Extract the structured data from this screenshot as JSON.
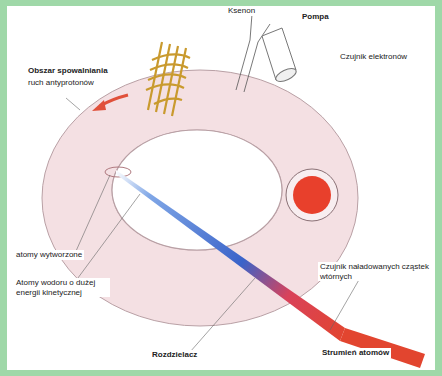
{
  "diagram": {
    "labels": [
      "Ksenon",
      "Pompa",
      "Czujnik elektronów",
      "Obszar spowalniania",
      "ruch antyprotonów",
      "atomy wytworzone",
      "Atomy wodoru o dużej energii kinetycznej",
      "Czujnik naładowanych cząstek wtórnych",
      "Rozdzielacz",
      "Strumień atomów"
    ]
  }
}
